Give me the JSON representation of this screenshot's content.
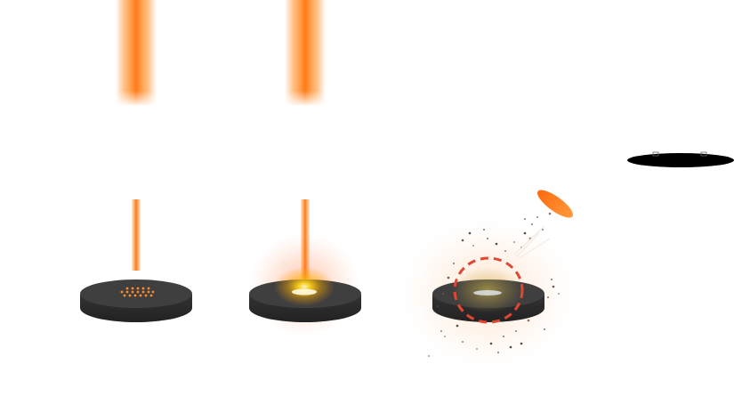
{
  "diagram": {
    "panels": [
      {
        "id": "panel-1",
        "stage": "laser-beam-above-target",
        "target_pattern": "orange-dot-grid"
      },
      {
        "id": "panel-2",
        "stage": "laser-hit-glow",
        "target_pattern": "glowing-hotspot"
      },
      {
        "id": "panel-3",
        "stage": "ablation-with-debris",
        "target_pattern": "dashed-circle-highlight"
      },
      {
        "id": "panel-4",
        "stage": "lens-element",
        "target_pattern": "black-ellipse"
      }
    ],
    "colors": {
      "beam": "#ff8a2a",
      "beam_core": "#ff6a10",
      "disc_top": "#3f3f3f",
      "disc_side": "#2c2c2c",
      "glow": "#ffd21a",
      "heat": "#ff7a3a",
      "highlight_circle": "#e2462f",
      "lens": "#000000",
      "background": "#ffffff"
    },
    "icons": [
      "laser-beam",
      "target-disc",
      "glow-spot",
      "debris-particles",
      "arrow-indicator",
      "lens-ellipse"
    ]
  }
}
